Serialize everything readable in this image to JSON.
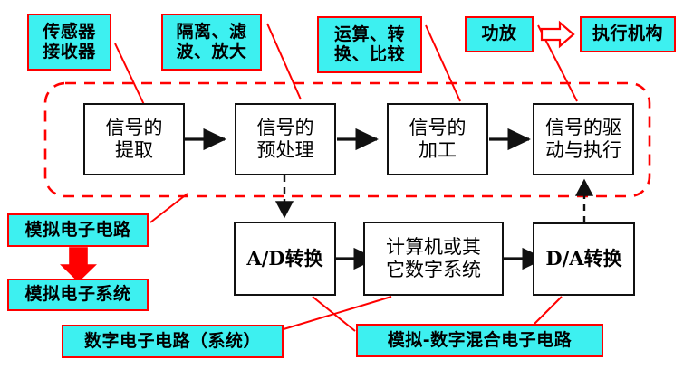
{
  "diagram": {
    "title_boxes": {
      "sensor": {
        "line1": "传感器",
        "line2": "接收器"
      },
      "isolation": {
        "line1": "隔离、滤",
        "line2": "波、放大"
      },
      "operation": {
        "line1": "运算、转",
        "line2": "换、比较"
      },
      "power_amp": {
        "line1": "功放"
      },
      "actuator": {
        "line1": "执行机构"
      }
    },
    "flow_boxes": {
      "extract": {
        "line1": "信号的",
        "line2": "提取"
      },
      "preprocess": {
        "line1": "信号的",
        "line2": "预处理"
      },
      "process": {
        "line1": "信号的",
        "line2": "加工"
      },
      "drive": {
        "line1": "信号的驱",
        "line2": "动与执行"
      }
    },
    "digital_boxes": {
      "adc": {
        "line1": "A/D转换"
      },
      "computer": {
        "line1": "计算机或其",
        "line2": "它数字系统"
      },
      "dac": {
        "line1": "D/A转换"
      }
    },
    "category_labels": {
      "analog_circuit": "模拟电子电路",
      "analog_system": "模拟电子系统",
      "digital_circuit": "数字电子电路（系统）",
      "mixed_circuit": "模拟-数字混合电子电路"
    },
    "colors": {
      "tag_fill": "#3DF0F0",
      "annotation_red": "#FF0000",
      "box_outline": "#111111",
      "background": "#FFFFFF"
    }
  }
}
